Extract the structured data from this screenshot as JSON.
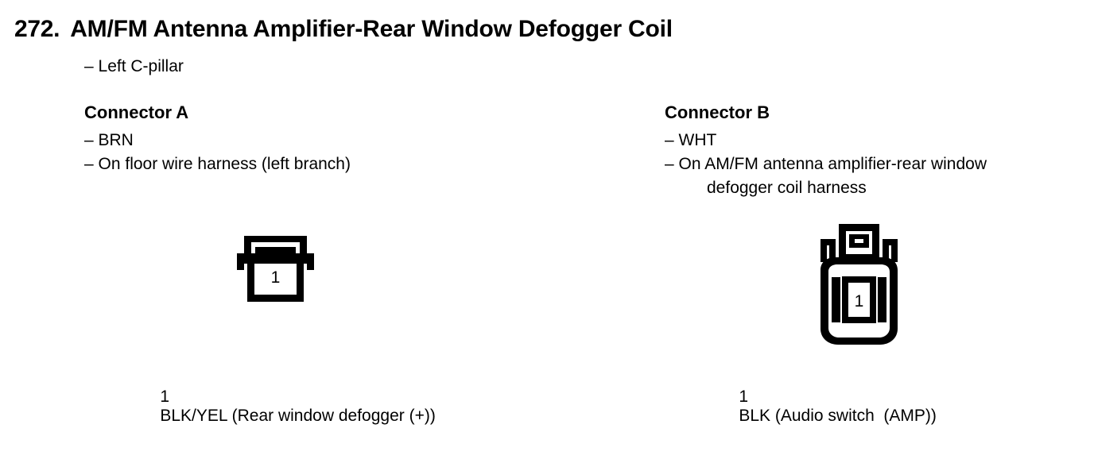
{
  "title": {
    "number": "272.",
    "name": "AM/FM Antenna Amplifier-Rear Window Defogger Coil",
    "location": "– Left C-pillar"
  },
  "connectors": [
    {
      "key": "a",
      "heading": "Connector A",
      "color_code": "– BRN",
      "harness": "– On floor wire harness (left branch)",
      "harness_cont": "",
      "diagram": {
        "shape": "rectangular-connector-with-flange-and-top-tab",
        "pin_label": "1"
      },
      "pin_legend": {
        "pin": "1",
        "text": "BLK/YEL (Rear window defogger (+))"
      }
    },
    {
      "key": "b",
      "heading": "Connector B",
      "color_code": "– WHT",
      "harness": "– On AM/FM antenna amplifier-rear window",
      "harness_cont": "defogger coil harness",
      "diagram": {
        "shape": "rounded-connector-with-latch-tab-and-side-rails",
        "pin_label": "1"
      },
      "pin_legend": {
        "pin": "1",
        "text": "BLK (Audio switch  (AMP))"
      }
    }
  ],
  "colors": {
    "ink": "#000000",
    "paper": "#ffffff"
  }
}
